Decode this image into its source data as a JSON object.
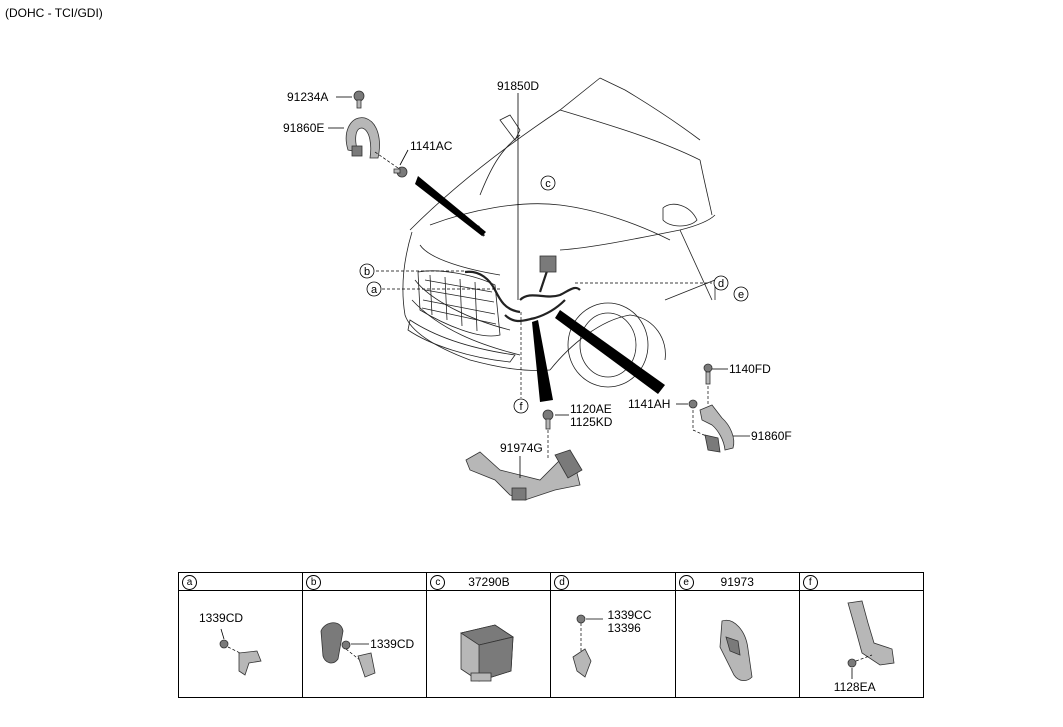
{
  "header": "(DOHC - TCI/GDI)",
  "labels": {
    "p91234A": "91234A",
    "p91860E": "91860E",
    "p1141AC": "1141AC",
    "p91850D": "91850D",
    "p1140FD": "1140FD",
    "p1141AH": "1141AH",
    "p91860F": "91860F",
    "p1120AE": "1120AE",
    "p1125KD": "1125KD",
    "p91974G": "91974G"
  },
  "callouts": {
    "a": "a",
    "b": "b",
    "c": "c",
    "d": "d",
    "e": "e",
    "f": "f"
  },
  "table": [
    {
      "letter": "a",
      "part": "",
      "labels": [
        "1339CD"
      ]
    },
    {
      "letter": "b",
      "part": "",
      "labels": [
        "1339CD"
      ]
    },
    {
      "letter": "c",
      "part": "37290B",
      "labels": []
    },
    {
      "letter": "d",
      "part": "",
      "labels": [
        "1339CC",
        "13396"
      ]
    },
    {
      "letter": "e",
      "part": "91973",
      "labels": []
    },
    {
      "letter": "f",
      "part": "",
      "labels": [
        "1128EA"
      ]
    }
  ]
}
